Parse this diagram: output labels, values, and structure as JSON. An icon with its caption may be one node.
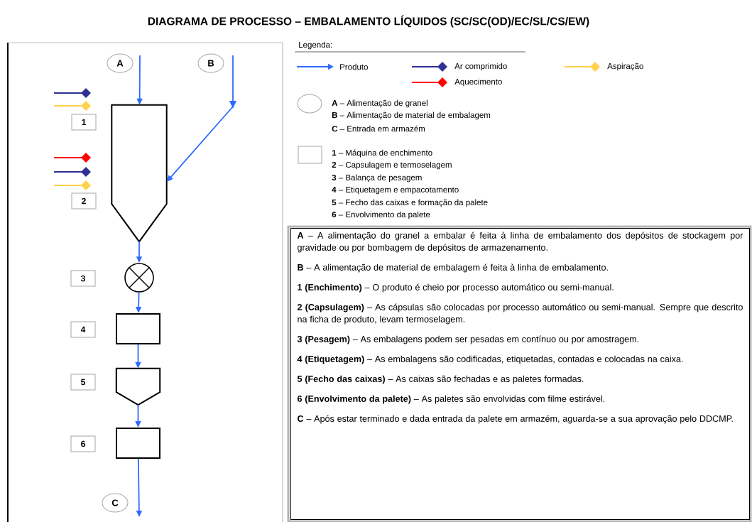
{
  "diagram": {
    "title": "DIAGRAMA DE PROCESSO – EMBALAMENTO LÍQUIDOS (SC/SC(OD)/EC/SL/CS/EW)",
    "nodes": [
      {
        "text": [
          "A"
        ]
      },
      {
        "text": [
          "B"
        ]
      },
      {
        "text": [
          "1"
        ]
      },
      {
        "text": [
          "2"
        ]
      },
      {
        "text": [],
        "shape": "pentagon"
      },
      {
        "text": [
          "3"
        ]
      },
      {
        "text": [],
        "shape": "circle"
      },
      {
        "text": [
          "4"
        ]
      },
      {
        "text": [],
        "shape": "box"
      },
      {
        "text": [
          "5"
        ]
      },
      {
        "text": [],
        "shape": "pentagon"
      },
      {
        "text": [
          "6"
        ]
      },
      {
        "text": [],
        "shape": "box"
      },
      {
        "text": [
          "**A** – A alimentação do granel a embalar é feita à linha de embalamento dos depósitos de stockagem por gravidade ou por bombagem de depósitos de armazenamento.",
          "**B** – A alimentação de material de embalagem é feita à linha de embalamento.",
          "**1 (Enchimento)** – O produto é cheio por processo automático ou semi-manual.",
          "**2 (Capsulagem)** – As cápsulas são colocadas por processo automático ou semi-manual. Sempre que descrito na ficha de produto, levam termoselagem.",
          "**3 (Pesagem)** – As embalagens podem ser pesadas em contínuo ou por amostragem.",
          "**4 (Etiquetagem)** – As embalagens são codificadas, etiquetadas, contadas e colocadas na caixa.",
          "**5 (Fecho das caixas)** – As caixas são fechadas e as paletes formadas.",
          "**6 (Envolvimento da palete)** – As paletes são envolvidas com filme estirável.",
          "**C** – Após estar terminado e dada entrada da palete em armazém, aguarda-se a sua aprovação pelo DDCMP."
        ]
      },
      {
        "text": [
          "C"
        ]
      }
    ],
    "edges": [
      {
        "from": null,
        "to": 4,
        "arrow": "to"
      },
      {
        "from": null,
        "to": 4,
        "arrow": "to"
      },
      {
        "from": 4,
        "to": 6,
        "arrow": "to"
      },
      {
        "from": 6,
        "to": 8,
        "arrow": "to"
      },
      {
        "from": 8,
        "to": 10,
        "arrow": "to"
      },
      {
        "from": 10,
        "to": 12,
        "arrow": "to"
      },
      {
        "from": 12,
        "to": null,
        "arrow": "to"
      }
    ],
    "labels": [
      "Legenda:",
      "**A** – Alimentação de granel",
      "**B** – Alimentação de material de embalagem",
      "**C** – Entrada em armazém",
      "**1** – Máquina de enchimento",
      "**2** – Capsulagem e termoselagem",
      "**3** – Balança de pesagem",
      "**4** – Etiquetagem e empacotamento",
      "**5** – Fecho das caixas e formação da palete",
      "**6** – Envolvimento da palete"
    ],
    "legend": [
      {
        "text": "Produto"
      },
      {
        "text": "Ar comprimido"
      },
      {
        "text": "Aspiração"
      },
      {
        "text": "Aquecimento"
      }
    ]
  }
}
